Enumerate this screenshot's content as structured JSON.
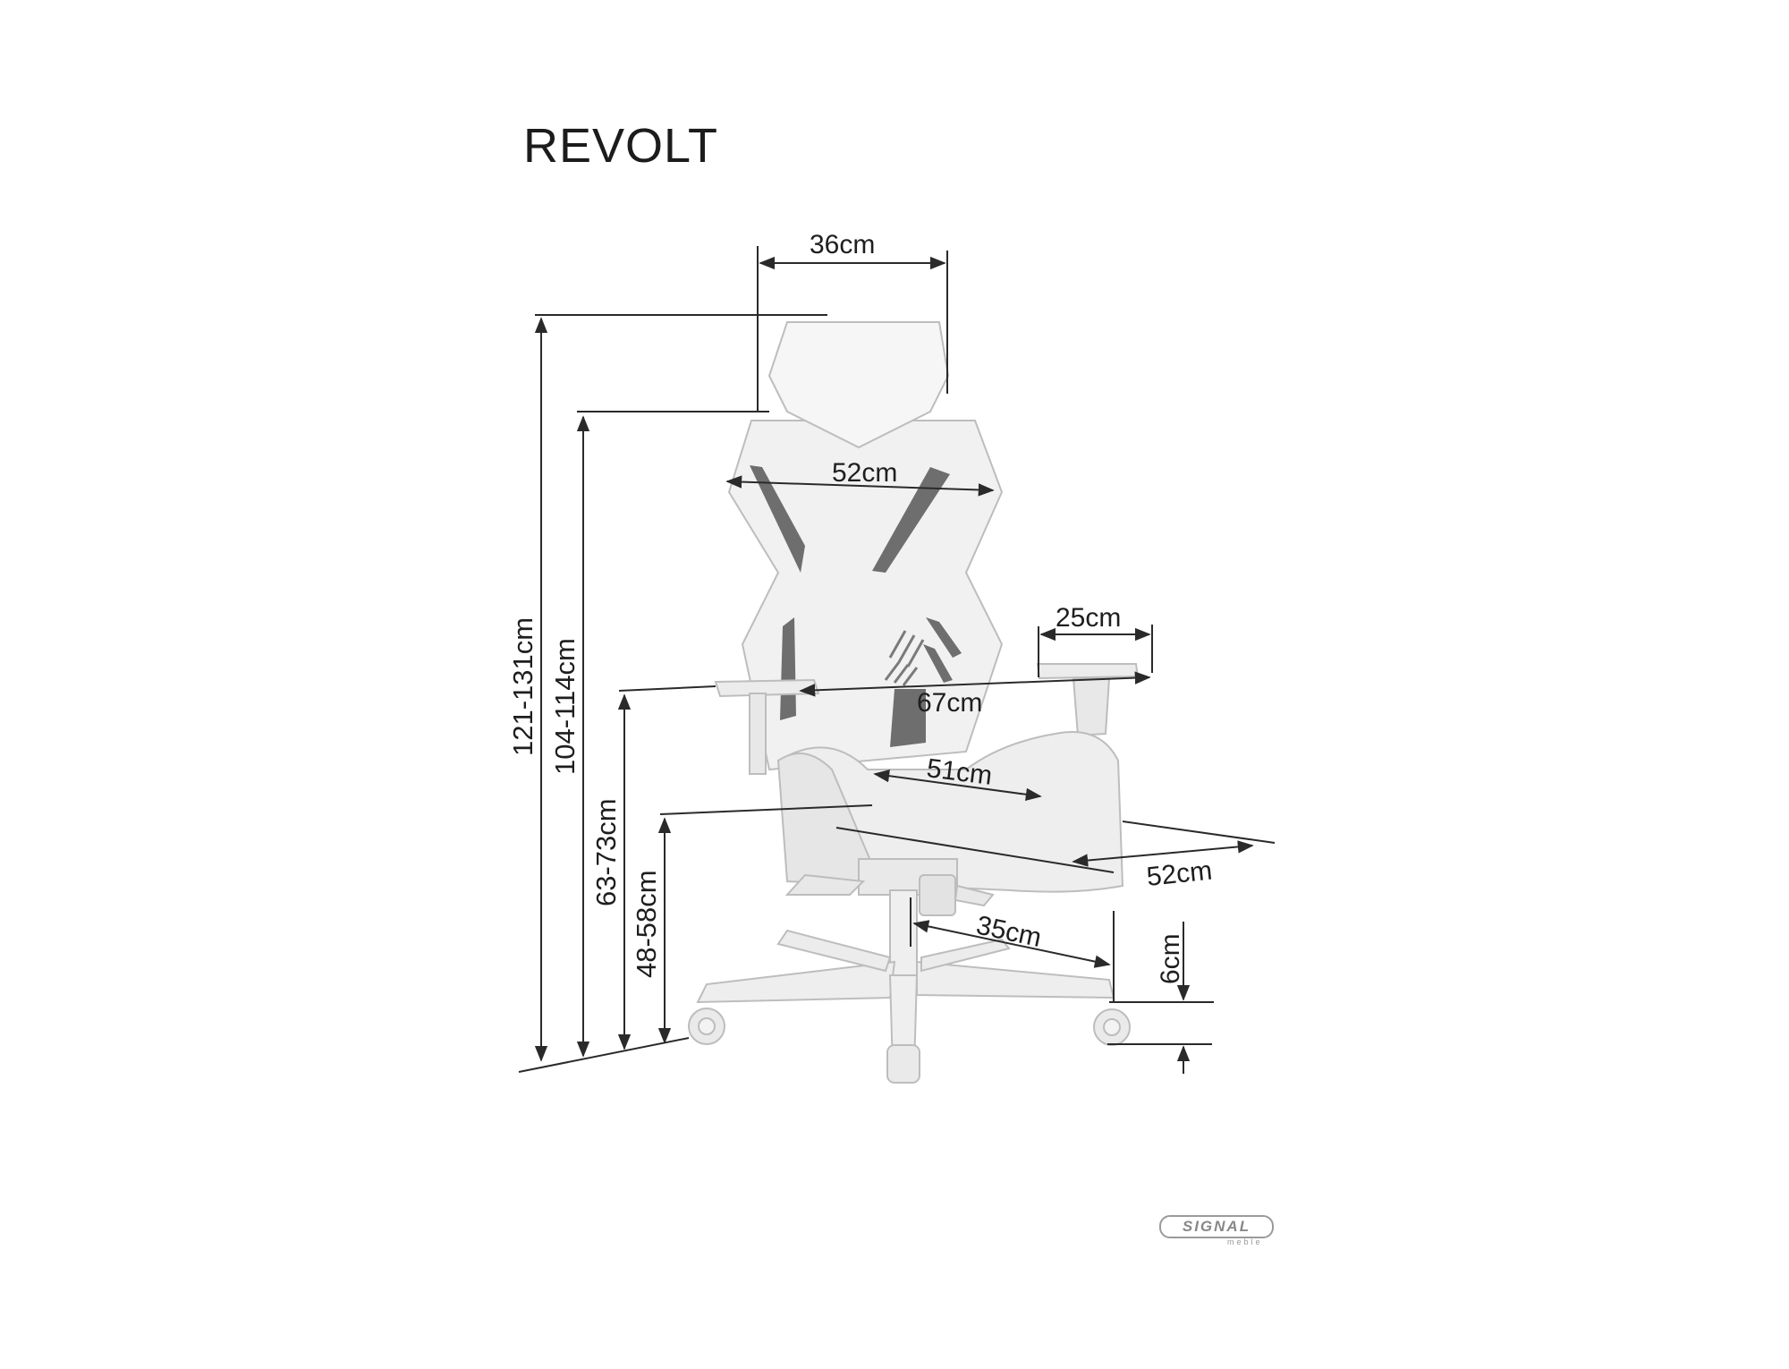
{
  "title": "REVOLT",
  "colors": {
    "background": "#ffffff",
    "line": "#2a2a2a",
    "chair_fill": "#efefef",
    "chair_outline": "#bdbdbd",
    "accent_dark": "#6e6e6e"
  },
  "dimensions": {
    "headrest_width": "36cm",
    "backrest_width": "52cm",
    "armrest_length": "25cm",
    "overall_width_arms": "67cm",
    "seat_width": "51cm",
    "seat_depth": "52cm",
    "base_radius": "35cm",
    "caster_height": "6cm",
    "total_height": "121-131cm",
    "backrest_height": "104-114cm",
    "armrest_height": "63-73cm",
    "seat_height": "48-58cm"
  },
  "logo": {
    "brand": "SIGNAL",
    "sub": "meble"
  }
}
